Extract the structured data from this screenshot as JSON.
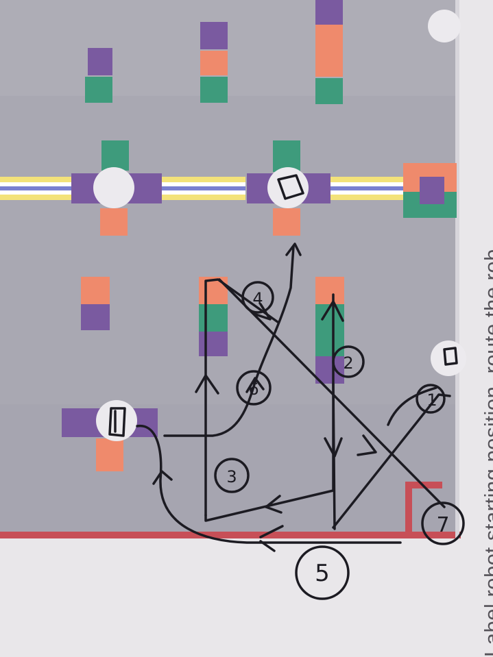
{
  "sheet": {
    "margin_text": "Label robot starting position, route the rob"
  },
  "sketch": {
    "step_labels": [
      "1",
      "2",
      "3",
      "4",
      "5",
      "6",
      "7"
    ]
  },
  "colors": {
    "board": "#a9a8b2",
    "border": "#c74f57",
    "orange": "#ef8a6c",
    "green": "#3e9b7c",
    "purple": "#7a5aa0",
    "yellow": "#f3e27a",
    "ink": "#1c1b22",
    "paper": "#e9e7ea"
  }
}
